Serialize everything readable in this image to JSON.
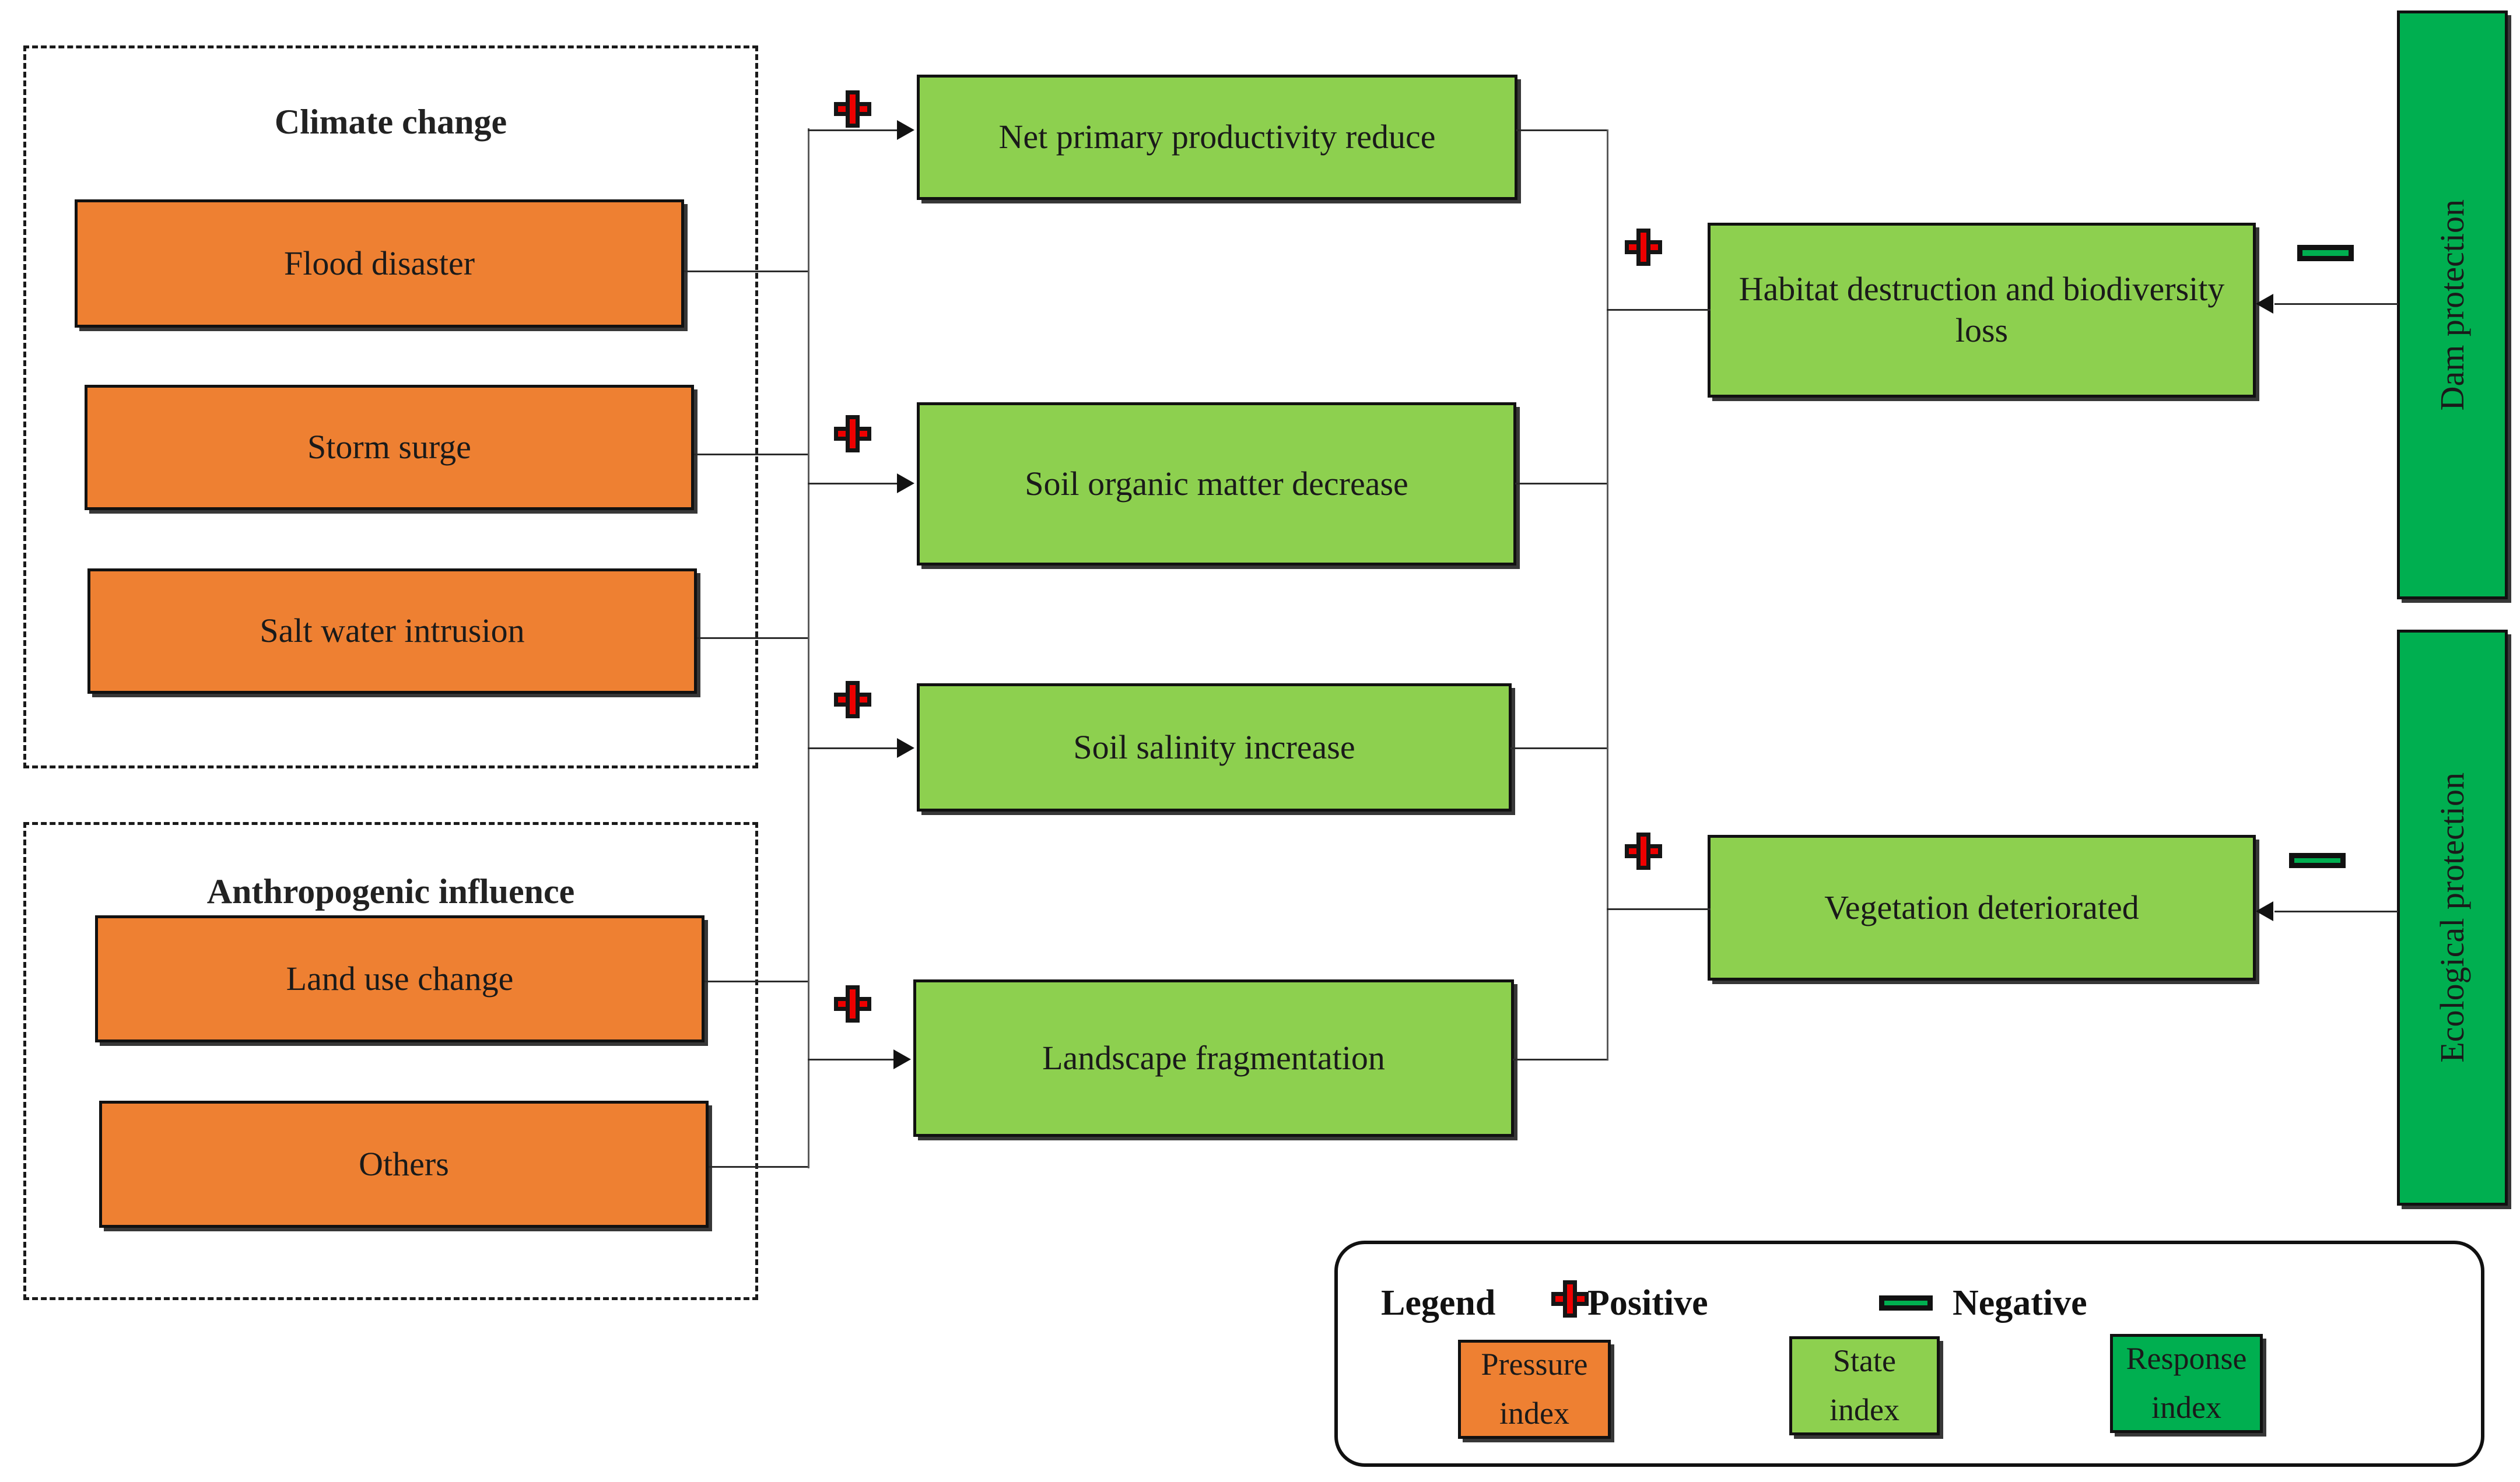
{
  "diagram": {
    "title_climate": "Climate change",
    "title_anthropogenic": "Anthropogenic influence"
  },
  "pressure_nodes": [
    {
      "id": "flood-disaster",
      "label": "Flood disaster"
    },
    {
      "id": "storm-surge",
      "label": "Storm surge"
    },
    {
      "id": "salt-water",
      "label": "Salt water intrusion"
    },
    {
      "id": "land-use-change",
      "label": "Land use change"
    },
    {
      "id": "others",
      "label": "Others"
    }
  ],
  "state_nodes": [
    {
      "id": "npp-reduce",
      "label": "Net primary productivity reduce"
    },
    {
      "id": "soil-organic-matter",
      "label": "Soil organic matter decrease"
    },
    {
      "id": "soil-salinity",
      "label": "Soil salinity increase"
    },
    {
      "id": "landscape-frag",
      "label": "Landscape fragmentation"
    },
    {
      "id": "habitat-destruction",
      "label": "Habitat destruction and biodiversity loss"
    },
    {
      "id": "vegetation-deterior",
      "label": "Vegetation deteriorated"
    }
  ],
  "response_nodes": [
    {
      "id": "dam-protection",
      "label": "Dam protection"
    },
    {
      "id": "ecological-protection",
      "label": "Ecological protection"
    }
  ],
  "legend": {
    "title": "Legend",
    "positive_label": "Positive",
    "negative_label": "Negative",
    "swatches": [
      {
        "id": "pressure-index",
        "label": "Pressure\nindex"
      },
      {
        "id": "state-index",
        "label": "State\nindex"
      },
      {
        "id": "response-index",
        "label": "Response\nindex"
      }
    ]
  },
  "colors": {
    "pressure": "#ee8032",
    "state": "#8dd04f",
    "response": "#00af50",
    "positive": "#ee0000",
    "negative": "#00af50",
    "stroke": "#111111"
  }
}
